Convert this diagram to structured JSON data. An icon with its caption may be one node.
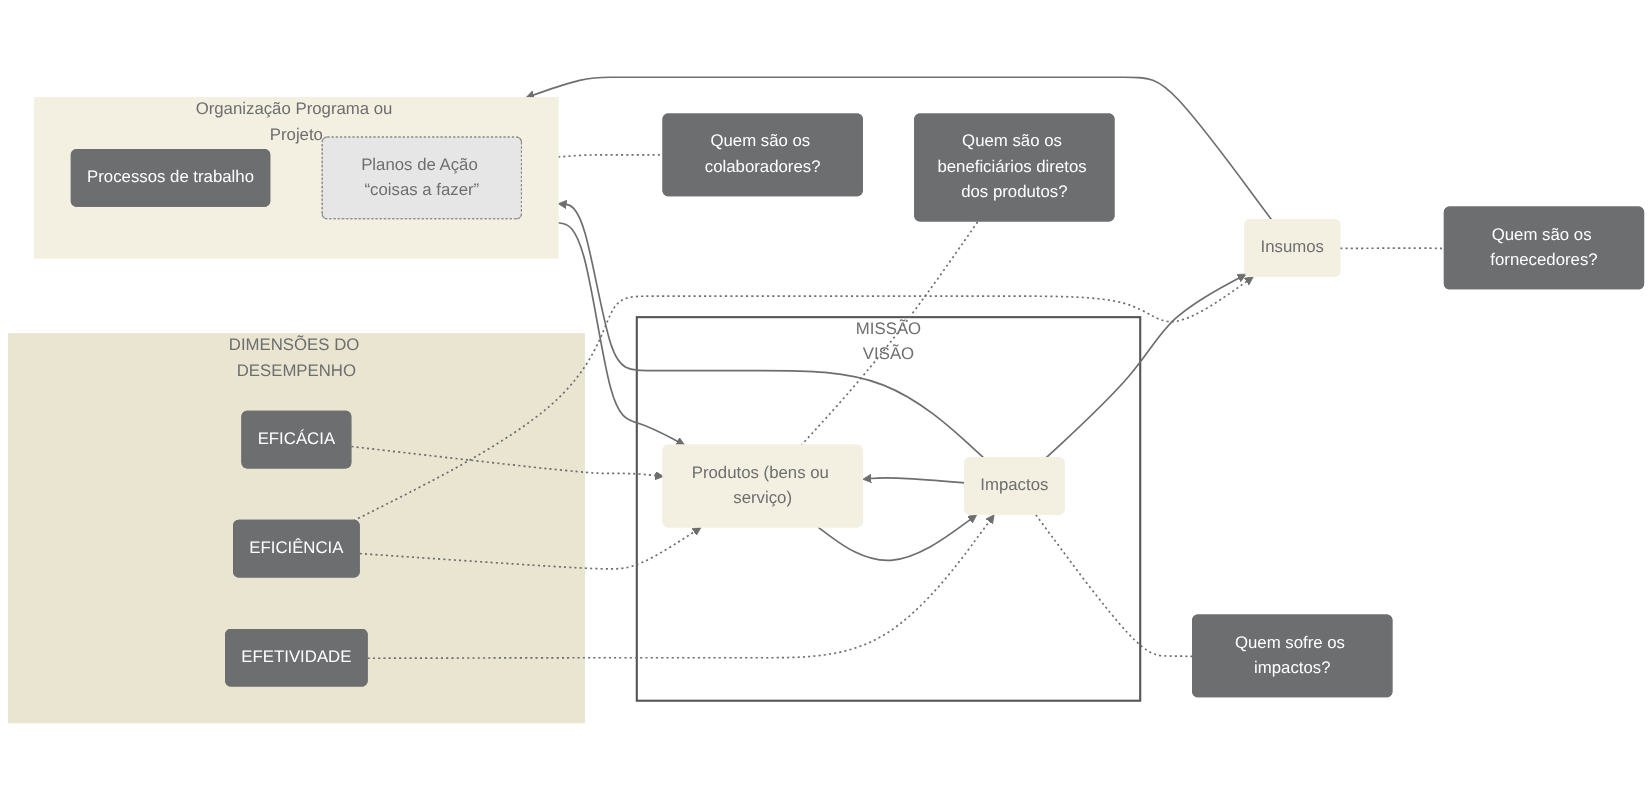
{
  "diagram": {
    "nodes": [
      {
        "text": [
          "DIMENSÕES DO DESEMPENHO"
        ]
      },
      {
        "text": [
          "EFICIÊNCIA"
        ],
        "in": 0
      },
      {
        "text": [
          "EFICÁCIA"
        ],
        "in": 0
      },
      {
        "text": [
          "EFETIVIDADE"
        ],
        "in": 0
      },
      {
        "text": [
          "Insumos"
        ]
      },
      {
        "text": [
          "Organização Programa ou Projeto"
        ]
      },
      {
        "text": [
          "Processos de trabalho"
        ],
        "in": 5
      },
      {
        "text": [
          "Planos de Ação “coisas a fazer”"
        ],
        "in": 5
      },
      {
        "text": [
          "MISSÃO",
          "VISÃO"
        ]
      },
      {
        "text": [
          "Produtos (bens ou serviço)"
        ],
        "in": 8
      },
      {
        "text": [
          "Impactos"
        ],
        "in": 8
      },
      {
        "text": [
          "Quem são os fornecedores?"
        ]
      },
      {
        "text": [
          "Quem são os colaboradores?"
        ]
      },
      {
        "text": [
          "Quem são os beneficiários diretos dos produtos?"
        ]
      },
      {
        "text": [
          "Quem sofre os impactos?"
        ]
      }
    ],
    "edges": [
      {
        "from": 1,
        "to": 4,
        "arrow": "to",
        "style": "dashed"
      },
      {
        "from": 1,
        "to": 9,
        "arrow": "to",
        "style": "dashed"
      },
      {
        "from": 2,
        "to": 9,
        "arrow": "to",
        "style": "dashed"
      },
      {
        "from": 3,
        "to": 10,
        "arrow": "to",
        "style": "dashed"
      },
      {
        "from": 4,
        "to": 5,
        "arrow": "to"
      },
      {
        "from": 5,
        "to": 9,
        "arrow": "to"
      },
      {
        "from": 9,
        "to": 10,
        "arrow": "to"
      },
      {
        "from": 4,
        "to": 11,
        "arrow": "none",
        "style": "dashed"
      },
      {
        "from": 5,
        "to": 12,
        "arrow": "none",
        "style": "dashed"
      },
      {
        "from": 9,
        "to": 13,
        "arrow": "none",
        "style": "dashed"
      },
      {
        "from": 10,
        "to": 14,
        "arrow": "none",
        "style": "dashed"
      },
      {
        "from": 10,
        "to": 4,
        "arrow": "to"
      },
      {
        "from": 10,
        "to": 5,
        "arrow": "to"
      },
      {
        "from": 10,
        "to": 9,
        "arrow": "to"
      }
    ]
  }
}
